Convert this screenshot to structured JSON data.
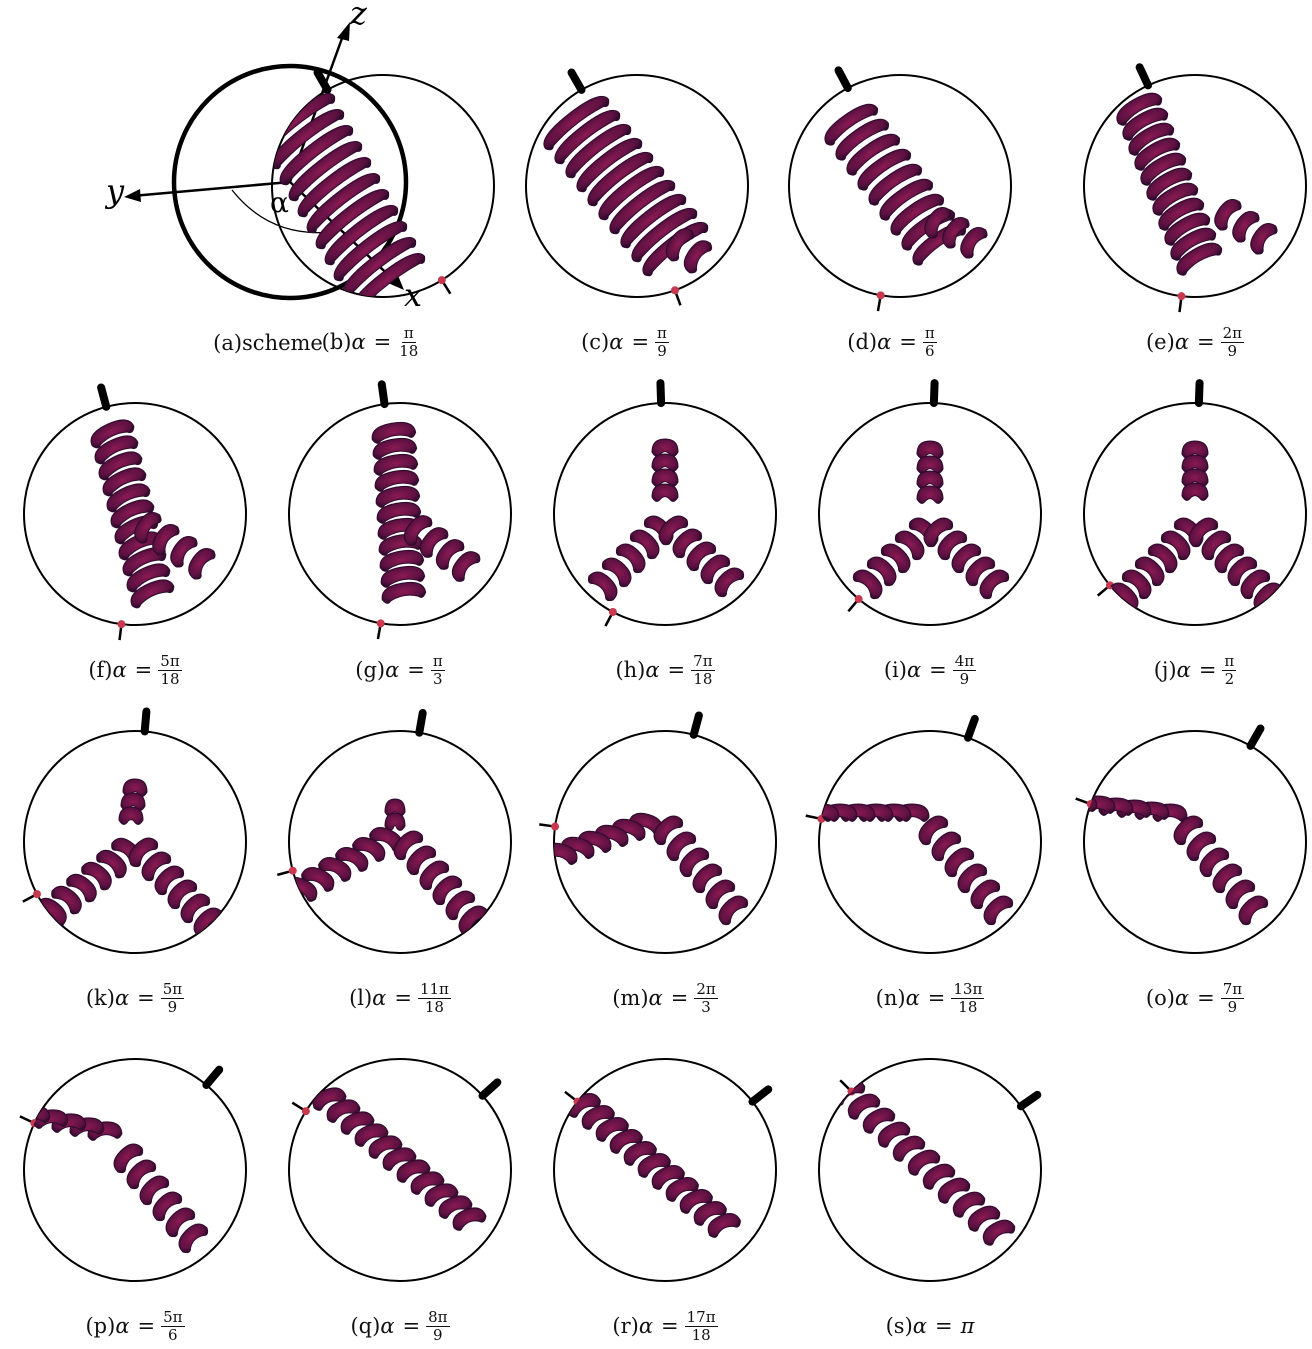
{
  "scheme": {
    "caption": "(a)scheme",
    "axis_z": "z",
    "axis_y": "y",
    "axis_x": "x",
    "angle_symbol": "α"
  },
  "colors": {
    "bean": "#5e1142",
    "bean_edge": "#2e0a2c",
    "stripe": "#ffffff",
    "dot": "#c8384f",
    "circle": "#000000"
  },
  "panels": [
    {
      "prefix": "(b)",
      "frac_num": "π",
      "frac_den": "18"
    },
    {
      "prefix": "(c)",
      "frac_num": "π",
      "frac_den": "9"
    },
    {
      "prefix": "(d)",
      "frac_num": "π",
      "frac_den": "6"
    },
    {
      "prefix": "(e)",
      "frac_num": "2π",
      "frac_den": "9"
    },
    {
      "prefix": "(f)",
      "frac_num": "5π",
      "frac_den": "18"
    },
    {
      "prefix": "(g)",
      "frac_num": "π",
      "frac_den": "3"
    },
    {
      "prefix": "(h)",
      "frac_num": "7π",
      "frac_den": "18"
    },
    {
      "prefix": "(i)",
      "frac_num": "4π",
      "frac_den": "9"
    },
    {
      "prefix": "(j)",
      "frac_num": "π",
      "frac_den": "2"
    },
    {
      "prefix": "(k)",
      "frac_num": "5π",
      "frac_den": "9"
    },
    {
      "prefix": "(l)",
      "frac_num": "11π",
      "frac_den": "18"
    },
    {
      "prefix": "(m)",
      "frac_num": "2π",
      "frac_den": "3"
    },
    {
      "prefix": "(n)",
      "frac_num": "13π",
      "frac_den": "18"
    },
    {
      "prefix": "(o)",
      "frac_num": "7π",
      "frac_den": "9"
    },
    {
      "prefix": "(p)",
      "frac_num": "5π",
      "frac_den": "6"
    },
    {
      "prefix": "(q)",
      "frac_num": "8π",
      "frac_den": "9"
    },
    {
      "prefix": "(r)",
      "frac_num": "17π",
      "frac_den": "18"
    },
    {
      "prefix": "(s)",
      "plain": "π"
    }
  ],
  "alpha_var": "α",
  "equals": "="
}
